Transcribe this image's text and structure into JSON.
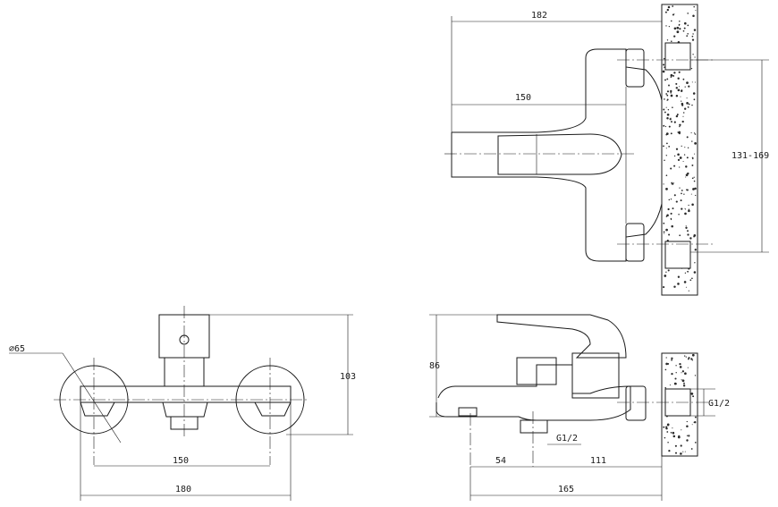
{
  "views": {
    "top": {
      "dim_overall": "182",
      "dim_body": "150",
      "dim_mount_range": "131-169"
    },
    "front": {
      "dim_diameter": "⌀65",
      "dim_height": "103",
      "dim_centers": "150",
      "dim_width": "180"
    },
    "side": {
      "dim_height": "86",
      "dim_thread_outlet": "G1/2",
      "dim_thread_inlet": "G1/2",
      "dim_offset": "54",
      "dim_depth": "111",
      "dim_total": "165"
    }
  }
}
